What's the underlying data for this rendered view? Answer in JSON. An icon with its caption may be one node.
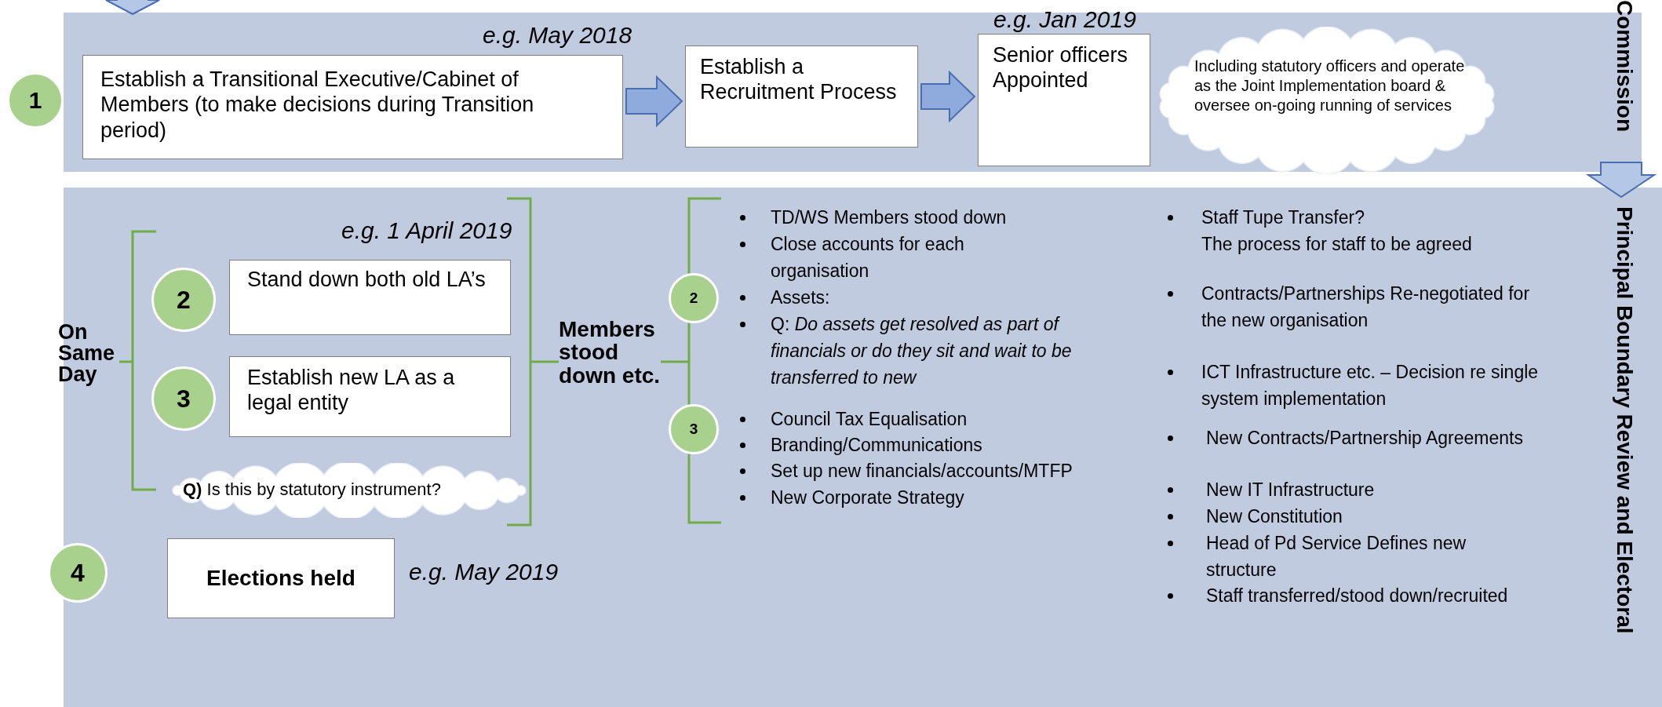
{
  "diagram": {
    "nodes": [
      {
        "text": [],
        "shape": "band"
      },
      {
        "text": [
          "1"
        ]
      },
      {
        "text": [
          "Establish a Transitional Executive/Cabinet of Members (to make decisions during Transition period)"
        ],
        "in": 0,
        "beside": [
          "e.g. May 2018"
        ]
      },
      {
        "text": [
          "Establish a Recruitment Process"
        ],
        "in": 0
      },
      {
        "text": [
          "Senior officers Appointed"
        ],
        "in": 0,
        "beside": [
          "e.g. Jan 2019"
        ]
      },
      {
        "text": [
          "Including statutory officers and operate as the Joint Implementation board & oversee on-going running of services"
        ],
        "in": 0
      },
      {
        "text": [],
        "shape": "band"
      },
      {
        "text": [
          "2"
        ],
        "in": 6
      },
      {
        "text": [
          "Stand down both old LA’s"
        ],
        "in": 6
      },
      {
        "text": [
          "3"
        ],
        "in": 6
      },
      {
        "text": [
          "Establish new LA as a legal entity"
        ],
        "in": 6
      },
      {
        "text": [
          "**Q)** Is this by statutory instrument?"
        ],
        "in": 6
      },
      {
        "text": [
          "4"
        ]
      },
      {
        "text": [
          "Elections held"
        ],
        "in": 6,
        "beside": [
          "e.g. May 2019"
        ]
      },
      {
        "text": [
          "2"
        ],
        "in": 6
      },
      {
        "text": [
          "3"
        ],
        "in": 6
      }
    ],
    "edges": [
      {
        "from": null,
        "to": 0,
        "arrow": "to"
      },
      {
        "from": 2,
        "to": 3,
        "arrow": "to"
      },
      {
        "from": 3,
        "to": 4,
        "arrow": "to"
      },
      {
        "from": 0,
        "to": 6,
        "arrow": "to"
      }
    ],
    "labels": [
      "Commission",
      "e.g. 1 April 2019",
      "On Same Day",
      "Members stood down etc.",
      "TD/WS Members stood down",
      "Close accounts for each organisation",
      "Assets:",
      "Q: *Do assets get resolved as part of financials or do they sit and wait to be transferred to new*",
      "Council Tax Equalisation",
      "Branding/Communications",
      "Set up new financials/accounts/MTFP",
      "New Corporate Strategy",
      "Staff Tupe Transfer?",
      "The process for staff to be agreed",
      "Contracts/Partnerships Re-negotiated for the new organisation",
      "ICT Infrastructure etc. – Decision re single system implementation",
      "New Contracts/Partnership Agreements",
      "New IT Infrastructure",
      "New Constitution",
      "Head of Pd Service Defines new structure",
      "Staff transferred/stood down/recruited",
      "Principal Boundary Review and Electoral"
    ]
  }
}
